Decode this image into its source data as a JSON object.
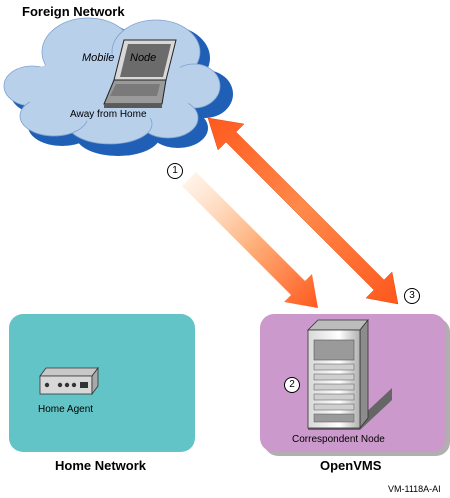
{
  "titles": {
    "foreign_network": "Foreign Network",
    "home_network": "Home Network",
    "openvms": "OpenVMS"
  },
  "labels": {
    "mobile": "Mobile",
    "node": "Node",
    "away_from_home": "Away from Home",
    "home_agent": "Home Agent",
    "correspondent_node": "Correspondent Node",
    "figure_id": "VM-1118A-AI"
  },
  "steps": [
    "1",
    "2",
    "3"
  ],
  "colors": {
    "cloud_fill": "#b8d0ea",
    "cloud_shadow": "#1f5fb5",
    "home_network_box": "#63c4c7",
    "openvms_box": "#cc99cc",
    "arrow_start": "#ffe4cc",
    "arrow_end": "#ff5a1f"
  }
}
